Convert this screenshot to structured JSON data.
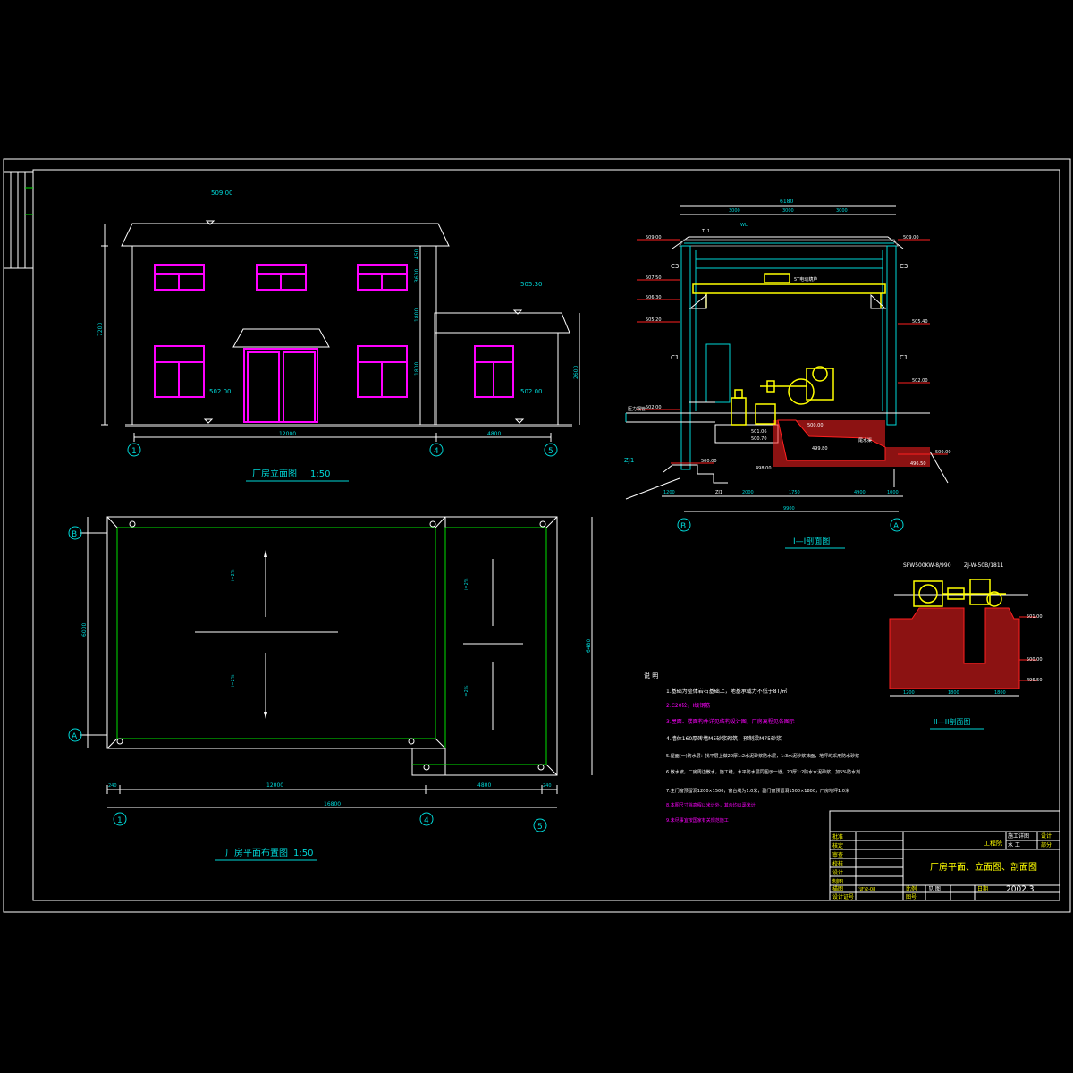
{
  "elevation_view": {
    "title": "厂房立面图",
    "scale": "1:50",
    "level_roof": "509.00",
    "level_annex": "505.30",
    "level_floor_main": "502.00",
    "level_floor_annex": "502.00",
    "axis_labels": [
      "1",
      "4",
      "5"
    ],
    "dims_bottom": [
      "12000",
      "4800"
    ],
    "dims_left": [
      "7200"
    ],
    "dims_right": [
      "450",
      "3600",
      "1800",
      "1800"
    ],
    "dims_annex": [
      "4800",
      "2600"
    ]
  },
  "plan_view": {
    "title": "厂房平面布置图",
    "scale": "1:50",
    "axis_labels_bottom": [
      "1",
      "4",
      "5"
    ],
    "axis_labels_left": [
      "B",
      "A"
    ],
    "dims_bottom": [
      "240",
      "12000",
      "4800",
      "240"
    ],
    "dim_total": "16800",
    "dims_left": [
      "6000"
    ],
    "dims_right": [
      "6480"
    ],
    "arrow_label": "i=2%"
  },
  "section_view": {
    "title": "I—I剖面图",
    "top_dim": "6180",
    "top_sub_dims": [
      "3000",
      "3000",
      "3000"
    ],
    "labels": [
      "C3",
      "C3",
      "C1",
      "C1",
      "ZJ1",
      "TL1",
      "WL"
    ],
    "crane_label": "5T电动葫芦",
    "levels_left": [
      "509.00",
      "507.50",
      "506.30",
      "505.20",
      "502.00",
      "500.00"
    ],
    "levels_right": [
      "509.00",
      "505.40",
      "502.00",
      "500.00"
    ],
    "levels_pit": [
      "501.06",
      "500.70",
      "500.00",
      "499.80",
      "498.00",
      "496.50"
    ],
    "bottom_dims": [
      "1200",
      "2000",
      "1750",
      "4900",
      "1000"
    ],
    "bottom_total": "9900",
    "axis_labels": [
      "B",
      "A"
    ],
    "pipe_label": "压力钢管",
    "tailrace_label": "尾水渠"
  },
  "section_2_view": {
    "title": "II—II剖面图",
    "unit_model_1": "SFW500KW-8/990",
    "unit_model_2": "ZJ-W-50B/1811",
    "levels": [
      "501.00",
      "500.00",
      "496.50"
    ],
    "bottom_dims": [
      "1200",
      "1800",
      "1800"
    ]
  },
  "notes": {
    "heading": "说  明",
    "items": [
      "1.基础为整体岩石基础上，地基承载力不低于8T/㎡",
      "2.C20砼，Ⅰ级钢筋",
      "3.屋面、楼面构件详见结构设计图，厂房高程见各图示",
      "4.墙体160厚砖墙M5砂浆砌筑，预制梁M75砂浆",
      "5.屋面(一)防水层：找平层上做20厚1:2水泥砂浆防水层，1:3水泥砂浆抹面，地坪均采用防水砂浆",
      "6.散水坡，厂房周边散水，施工缝，水平防水层同图示一道，20厚1:2防水水泥砂浆，加5%防水剂",
      "7.主门窗预留洞1200×1500，窗台线为1.0米，副门窗预留洞1500×1800，厂房地坪1.0米",
      "8.本图尺寸除高程以米计外，其余均以毫米计",
      "9.未尽事宜按国家有关规范施工"
    ]
  },
  "title_block": {
    "company": "工程院",
    "stage": "施工详图",
    "discipline": "水  工",
    "design_label": "设计",
    "part_label": "部分",
    "drawing_title": "厂房平面、立面图、剖面图",
    "date_label": "日期",
    "date_value": "2002.3",
    "scale_label": "比例",
    "scale_value": "见 图",
    "drawing_no_label": "图号",
    "row_labels": [
      "批准",
      "核定",
      "审查",
      "校核",
      "设计",
      "制图",
      "描图",
      "设计证号"
    ],
    "cert_value": "(证)2-08"
  },
  "colors": {
    "background": "#000000",
    "line_white": "#ffffff",
    "cyan": "#00d7d7",
    "green": "#00e000",
    "magenta": "#ff00ff",
    "yellow": "#ffff00",
    "red": "#ff2020"
  }
}
